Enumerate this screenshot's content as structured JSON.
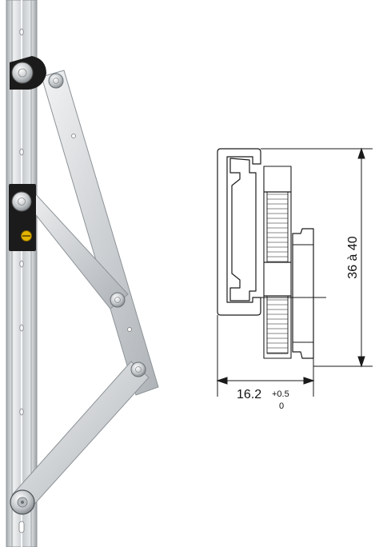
{
  "dimensions": {
    "width_main": "16.2",
    "tolerance_upper": "+0.5",
    "tolerance_lower": "0",
    "height_range": "36 à 40"
  },
  "colors": {
    "aluminium": "#c9cccf",
    "aluminium_dark": "#9ea3a7",
    "aluminium_light": "#eef0f1",
    "block": "#1b1b1b",
    "screw": "#e3b400",
    "drawing_line": "#1a1a1a",
    "hatch": "#6d6d6d"
  },
  "icons": [
    "pivot-rivet-icon",
    "adjust-screw-icon"
  ]
}
